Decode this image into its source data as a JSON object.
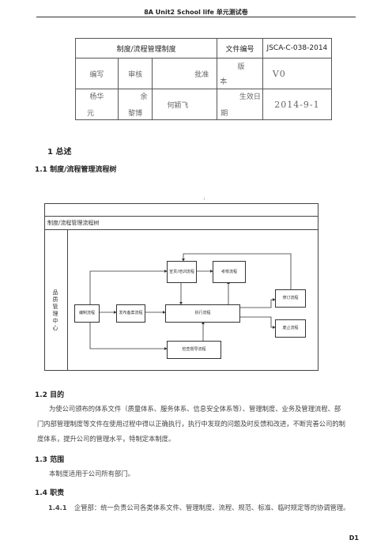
{
  "header": {
    "title": "8A Unit2 School life 单元测试卷"
  },
  "table": {
    "r1": {
      "name": "制度/流程管理制度",
      "label": "文件编号",
      "code": "JSCA-C-038-2014"
    },
    "r2": {
      "writer": "编写",
      "review": "审核",
      "approve": "批准",
      "version_l1": "版",
      "version_l2": "本",
      "version_val": "V0"
    },
    "r3": {
      "writer_l1": "杨华",
      "writer_l2": "元",
      "review_l1": "余",
      "review_l2": "黎博",
      "approve": "何颖飞",
      "date_l1": "生效日",
      "date_l2": "期",
      "date_val": "2014-9-1"
    }
  },
  "sections": {
    "s1": "1  总述",
    "s11": "1.1 制度/流程管理流程树",
    "s12": "1.2 目的",
    "s13": "1.3 范围",
    "s14": "1.4 职责"
  },
  "flow": {
    "title": "制度/流程管理流程树",
    "lane": "品质管理中心",
    "nodes": {
      "train": "宣贯/培训流程",
      "review": "考核流程",
      "compile": "编制流程",
      "release": "发布备案流程",
      "execute": "执行流程",
      "revise": "修订流程",
      "abolish": "废止流程",
      "inspect": "检查督导流程"
    },
    "mark": "1"
  },
  "purpose": {
    "line1": "为使公司颁布的体系文件（质量体系、服务体系、信息安全体系等）、管理制度、业务及管理流程、部",
    "line2": "门内部管理制度等文件在使用过程中得以正确执行，执行中发现的问题及时反馈和改进，不断完善公司的制",
    "line3": "度体系，提升公司的管理水平，特制定本制度。"
  },
  "scope": {
    "text": "本制度适用于公司所有部门。"
  },
  "duty": {
    "num": "1.4.1",
    "text": "企管部：统一负责公司各类体系文件、管理制度、流程、规范、标准、临时规定等的协调管理。"
  },
  "page": {
    "num": "D1"
  }
}
